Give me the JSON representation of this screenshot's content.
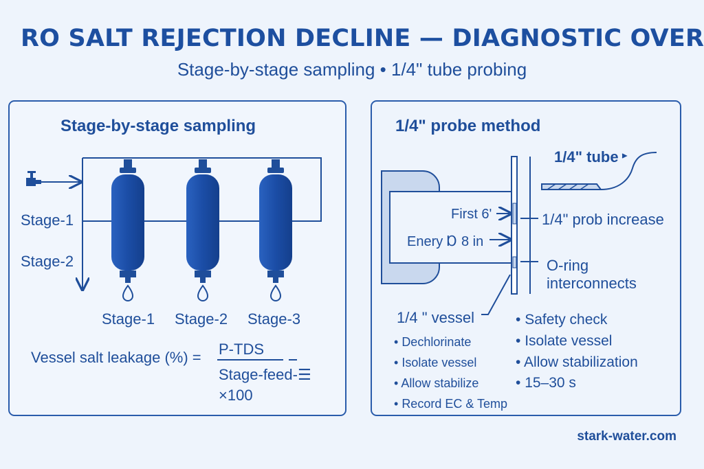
{
  "header": {
    "title": "RO SALT REJECTION DECLINE — DIAGNOSTIC OVERVIEW",
    "subtitle": "Stage-by-stage sampling • 1/4\" tube probing"
  },
  "left_panel": {
    "title": "Stage-by-stage sampling",
    "side_labels": [
      "Stage-1",
      "Stage-2"
    ],
    "vessel_labels": [
      "Stage-1",
      "Stage-2",
      "Stage-3"
    ],
    "formula": {
      "lhs": "Vessel salt leakage (%) =",
      "numerator": "P-TDS",
      "denominator": "Stage-feed-☰",
      "multiplier": "×100"
    }
  },
  "right_panel": {
    "title": "1/4\" probe method",
    "tube_label": "1/4\" tube",
    "first_label": "First 6'",
    "every_label": "Enery Ɒ 8 in",
    "probe_increase": "1/4\" prob increase",
    "oring_label": "O-ring\ninterconnects",
    "vessel_label": "1/4 \" vessel",
    "left_steps": [
      "Dechlorinate",
      "Isolate vessel",
      "Allow stabilize",
      "Record EC & Temp"
    ],
    "right_steps": [
      "Safety check",
      "Isolate vessel",
      "Allow stabilization",
      "15–30 s"
    ]
  },
  "footer": {
    "site": "stark-water.com"
  },
  "colors": {
    "primary": "#1f4e9a",
    "vessel": "#1e50a8",
    "background": "#eef4fc"
  },
  "icons": [
    "faucet-icon",
    "vessel-icon",
    "drop-icon",
    "arrow-icon"
  ]
}
